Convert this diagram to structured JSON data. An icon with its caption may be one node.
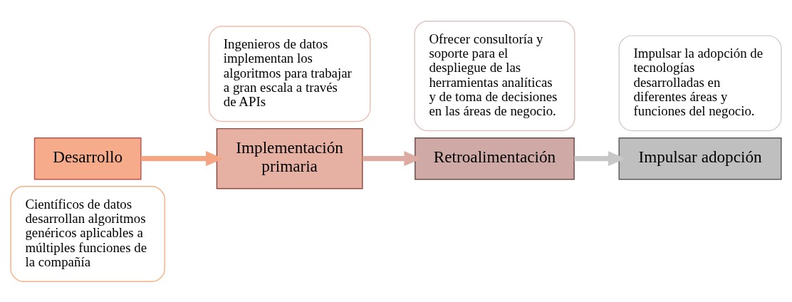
{
  "diagram": {
    "nodes": [
      {
        "text": [
          "Científicos de datos desarrollan algoritmos genéricos aplicables a múltiples funciones de la compañía"
        ]
      },
      {
        "text": [
          "Desarrollo"
        ]
      },
      {
        "text": [
          "Ingenieros de datos implementan los algoritmos para trabajar a gran escala a través de APIs"
        ]
      },
      {
        "text": [
          "Implementación primaria"
        ]
      },
      {
        "text": [
          "Ofrecer consultoría y soporte para el despliegue de las herramientas analíticas y de toma de decisiones en las áreas de negocio."
        ]
      },
      {
        "text": [
          "Retroalimentación"
        ]
      },
      {
        "text": [
          "Impulsar la adopción de tecnologías desarrolladas en diferentes áreas y funciones del negocio."
        ]
      },
      {
        "text": [
          "Impulsar adopción"
        ]
      }
    ],
    "edges": [
      {
        "from": 1,
        "to": 3,
        "arrow": "to",
        "color": "#f4a582"
      },
      {
        "from": 3,
        "to": 5,
        "arrow": "to",
        "color": "#dcaca3"
      },
      {
        "from": 5,
        "to": 7,
        "arrow": "to",
        "color": "#c8c8c8"
      }
    ]
  }
}
